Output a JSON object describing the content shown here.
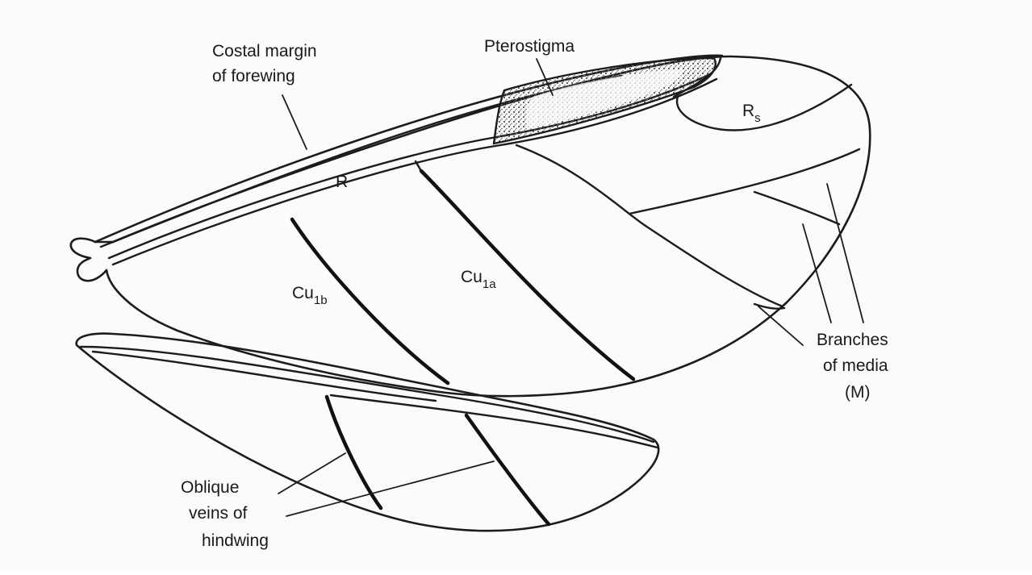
{
  "labels": {
    "costal_margin": [
      "Costal margin",
      "of forewing"
    ],
    "pterostigma": "Pterostigma",
    "radius": "R",
    "radial_sector": {
      "main": "R",
      "sub": "s"
    },
    "cu1b": {
      "main": "Cu",
      "sub": "1b"
    },
    "cu1a": {
      "main": "Cu",
      "sub": "1a"
    },
    "branches_of_media": [
      "Branches",
      "of media",
      "(M)"
    ],
    "oblique_veins": [
      "Oblique",
      "veins of",
      "hindwing"
    ]
  },
  "colors": {
    "background": "#fbfbfb",
    "ink": "#1c1c1c",
    "stigma_shade": "#5a5a5a"
  }
}
